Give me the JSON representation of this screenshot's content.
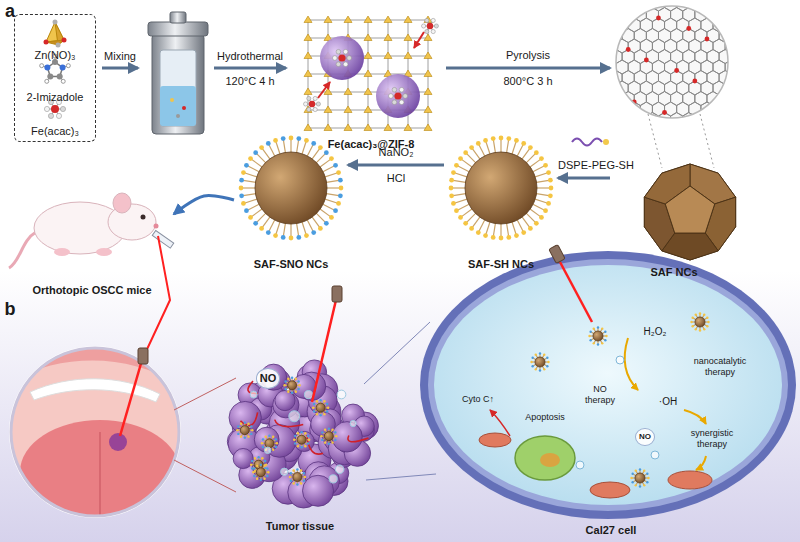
{
  "diagram": {
    "nodes": [
      {
        "text": [
          "Zn(NO)₃",
          "2-Imizadole",
          "Fe(acac)₃"
        ]
      },
      {
        "text": [
          "Fe(acac)₃@ZIF-8"
        ]
      },
      {
        "text": [
          "SAF NCs"
        ]
      },
      {
        "text": [
          "SAF-SH NCs"
        ]
      },
      {
        "text": [
          "SAF-SNO NCs"
        ]
      },
      {
        "text": [
          "Orthotopic OSCC mice"
        ]
      },
      {
        "text": [
          "Tumor tissue"
        ]
      },
      {
        "text": [
          "Cal27 cell"
        ]
      }
    ],
    "edges": [
      {
        "from": 1,
        "to": 2,
        "arrow": "to",
        "label": "Pyrolysis"
      },
      {
        "from": 2,
        "to": 3,
        "arrow": "to",
        "label": "DSPE-PEG-SH"
      },
      {
        "from": 3,
        "to": 4,
        "arrow": "to",
        "label": "NaNO₂"
      },
      {
        "from": 4,
        "to": 5,
        "arrow": "to"
      }
    ],
    "labels": [
      "a",
      "Mixing",
      "Hydrothermal",
      "120°C 4 h",
      "800°C 3 h",
      "HCl",
      "b",
      "NO",
      "H₂O₂",
      "nanocatalytic therapy",
      "·OH",
      "NO therapy",
      "NO",
      "synergistic therapy",
      "Apoptosis",
      "Cyto C↑"
    ]
  }
}
